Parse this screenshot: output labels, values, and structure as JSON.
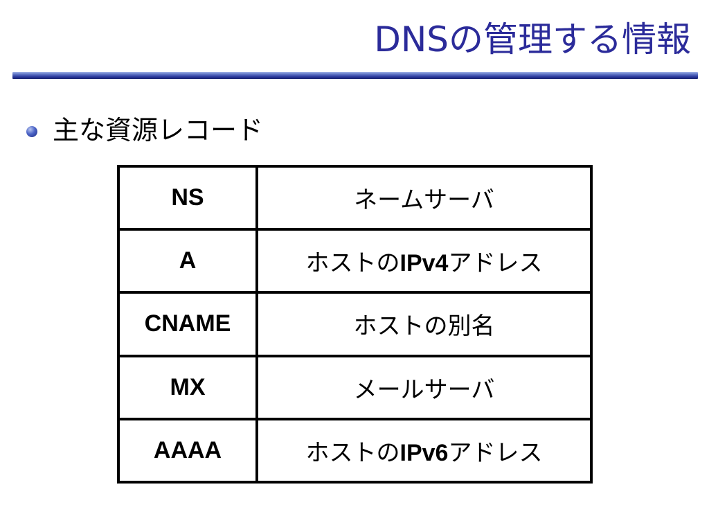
{
  "slide": {
    "title": "DNSの管理する情報",
    "bullet": "主な資源レコード"
  },
  "records": [
    {
      "type": "NS",
      "desc_before": "ネームサーバ",
      "desc_bold": "",
      "desc_after": ""
    },
    {
      "type": "A",
      "desc_before": "ホストの",
      "desc_bold": "IPv4",
      "desc_after": "アドレス"
    },
    {
      "type": "CNAME",
      "desc_before": "ホストの別名",
      "desc_bold": "",
      "desc_after": ""
    },
    {
      "type": "MX",
      "desc_before": "メールサーバ",
      "desc_bold": "",
      "desc_after": ""
    },
    {
      "type": "AAAA",
      "desc_before": "ホストの",
      "desc_bold": "IPv6",
      "desc_after": "アドレス"
    }
  ],
  "colors": {
    "title": "#2b2b9a",
    "rule": "#28379a",
    "bullet": "#4b63c6"
  },
  "icons": {
    "bullet": "sphere-bullet-icon"
  }
}
